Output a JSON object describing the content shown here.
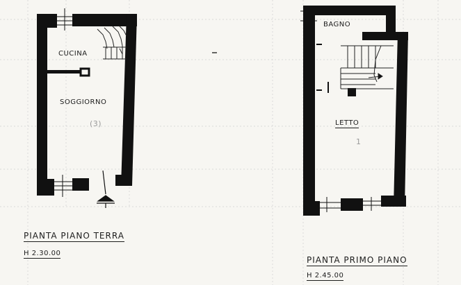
{
  "plan_ground": {
    "title": "PIANTA PIANO TERRA",
    "height": "H 2.30.00",
    "rooms": {
      "kitchen": "CUCINA",
      "living": "SOGGIORNO"
    },
    "pencil_note": "(3)"
  },
  "plan_first": {
    "title": "PIANTA PRIMO PIANO",
    "height": "H 2.45.00",
    "rooms": {
      "bath": "BAGNO",
      "bedroom": "LETTO"
    },
    "pencil_note": "1"
  },
  "colors": {
    "wall": "#111111",
    "paper": "#f7f6f2",
    "grid": "#c9c9c9"
  }
}
